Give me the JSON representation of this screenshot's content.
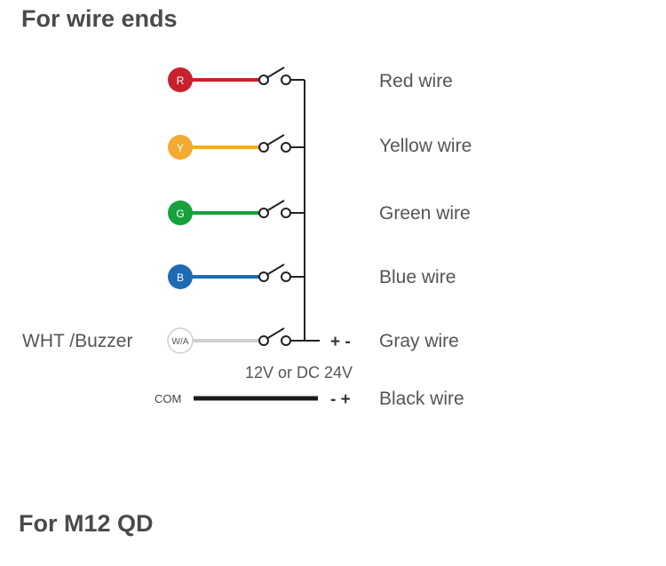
{
  "headings": {
    "wire_ends": "For wire ends",
    "m12": "For M12 QD"
  },
  "wires": [
    {
      "badge": "R",
      "label": "Red wire",
      "color": "#c8212c"
    },
    {
      "badge": "Y",
      "label": "Yellow wire",
      "color": "#f2aa33"
    },
    {
      "badge": "G",
      "label": "Green wire",
      "color": "#17a03b"
    },
    {
      "badge": "B",
      "label": "Blue wire",
      "color": "#1d6cb3"
    },
    {
      "badge": "W/A",
      "label": "Gray wire",
      "color": "#cfcfcf"
    }
  ],
  "buzzer_label": "WHT /Buzzer",
  "voltage_label": "12V or DC 24V",
  "polarity_gray": "+ -",
  "polarity_black": "- +",
  "com": {
    "label": "COM",
    "wire_label": "Black wire",
    "color": "#1a1a1a"
  }
}
